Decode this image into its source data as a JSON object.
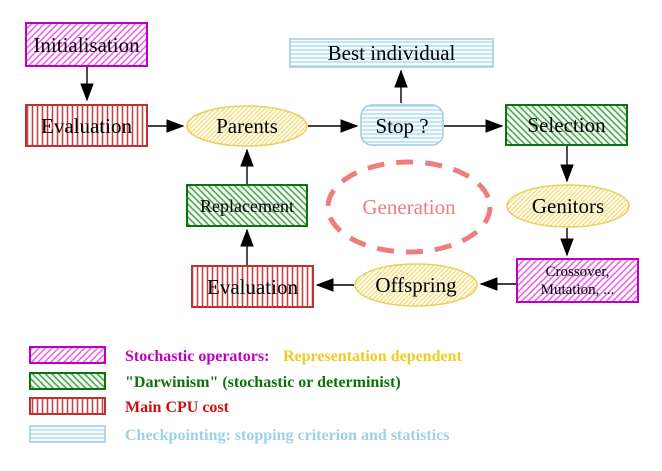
{
  "nodes": {
    "initialisation": "Initialisation",
    "evaluation_top": "Evaluation",
    "parents": "Parents",
    "best_individual": "Best individual",
    "stop": "Stop ?",
    "selection": "Selection",
    "genitors": "Genitors",
    "crossover_line1": "Crossover,",
    "crossover_line2": "Mutation, ...",
    "offspring": "Offspring",
    "evaluation_bottom": "Evaluation",
    "replacement": "Replacement",
    "generation": "Generation"
  },
  "legend": {
    "rows": [
      {
        "swatch": "magenta-diagonal-hatch",
        "label": "Stochastic operators:",
        "label_suffix": "Representation dependent"
      },
      {
        "swatch": "green-diagonal-hatch",
        "label": "\"Darwinism\" (stochastic or determinist)"
      },
      {
        "swatch": "red-vertical-stripes",
        "label": "Main CPU cost"
      },
      {
        "swatch": "cyan-horizontal-stripes",
        "label": "Checkpointing: stopping criterion and statistics"
      }
    ]
  },
  "palette": {
    "stochastic_magenta": "#c000c0",
    "representation_yellow": "#eecc22",
    "darwinism_green": "#0c730c",
    "cpu_cost_red": "#cc1111",
    "checkpointing_blue": "#9fd0e8",
    "generation_salmon": "#ee7d7d",
    "arrow_black": "#000000",
    "node_yellow": "#e8d060"
  }
}
